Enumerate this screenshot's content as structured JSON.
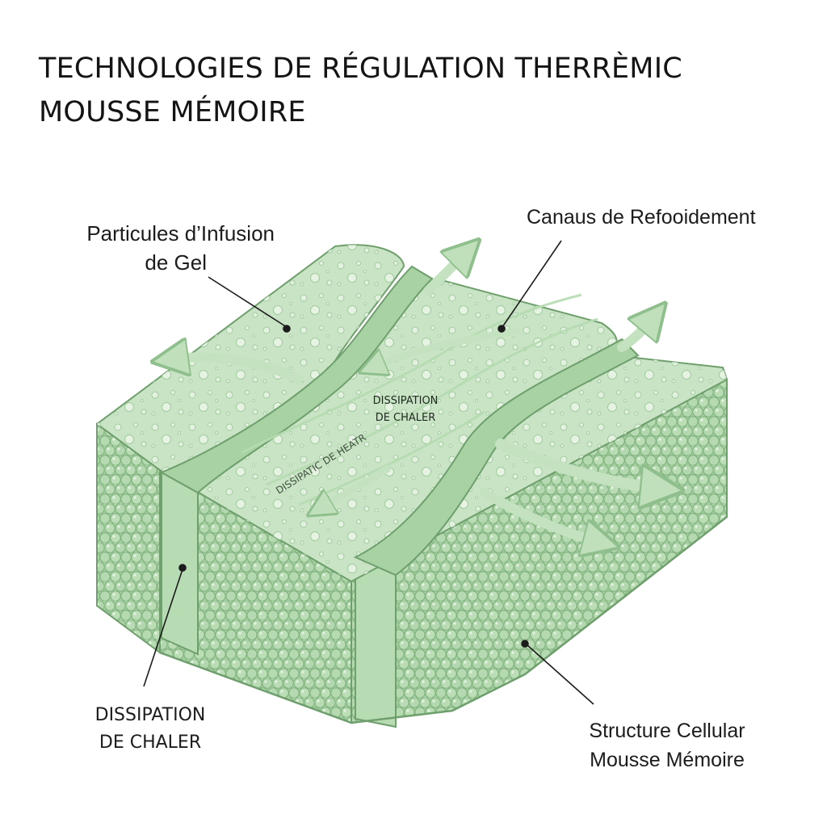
{
  "title": {
    "line1": "TECHNOLOGIES DE RÉGULATION THERRÈMIC",
    "line2": "MOUSSE MÉMOIRE"
  },
  "labels": {
    "gel_particles": {
      "line1": "Particules d’Infusion",
      "line2": "de Gel"
    },
    "cooling_channels": "Canaus de Refooidement",
    "heat_center": {
      "line1": "DISSIPATION",
      "line2": "DE CHALER"
    },
    "heat_faint": "DISSIPATIC DE HEATR",
    "heat_bottom": {
      "line1": "DISSIPATION",
      "line2": "DE CHALER"
    },
    "cell_structure": {
      "line1": "Structure Cellular",
      "line2": "Mousse Mémoire"
    }
  },
  "colors": {
    "foam_top": "#c9e4c5",
    "foam_top_light": "#d6ecd2",
    "foam_side": "#a9d3a6",
    "foam_front": "#b5dbb1",
    "cell_fill": "#9fcf9c",
    "outline": "#6e9f6c",
    "arrow": "#c4e2bf"
  }
}
